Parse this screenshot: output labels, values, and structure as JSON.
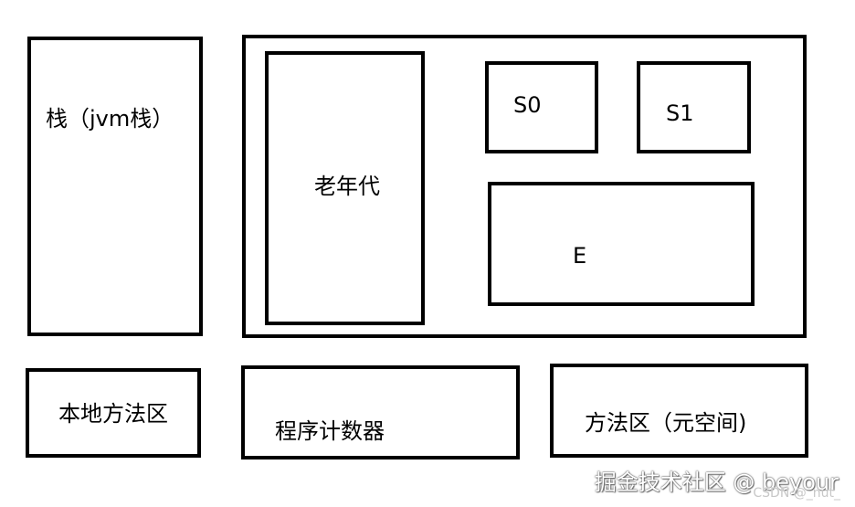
{
  "diagram": {
    "jvm_stack": "栈（jvm栈）",
    "old_gen": "老年代",
    "s0": "S0",
    "s1": "S1",
    "eden": "E",
    "native_method_area": "本地方法区",
    "program_counter": "程序计数器",
    "method_area": "方法区（元空间)"
  },
  "watermark": {
    "main": "掘金技术社区 @ beyour",
    "sub": "CSDN @_nut_"
  },
  "colors": {
    "border": "#000000",
    "background": "#ffffff",
    "text": "#000000"
  }
}
